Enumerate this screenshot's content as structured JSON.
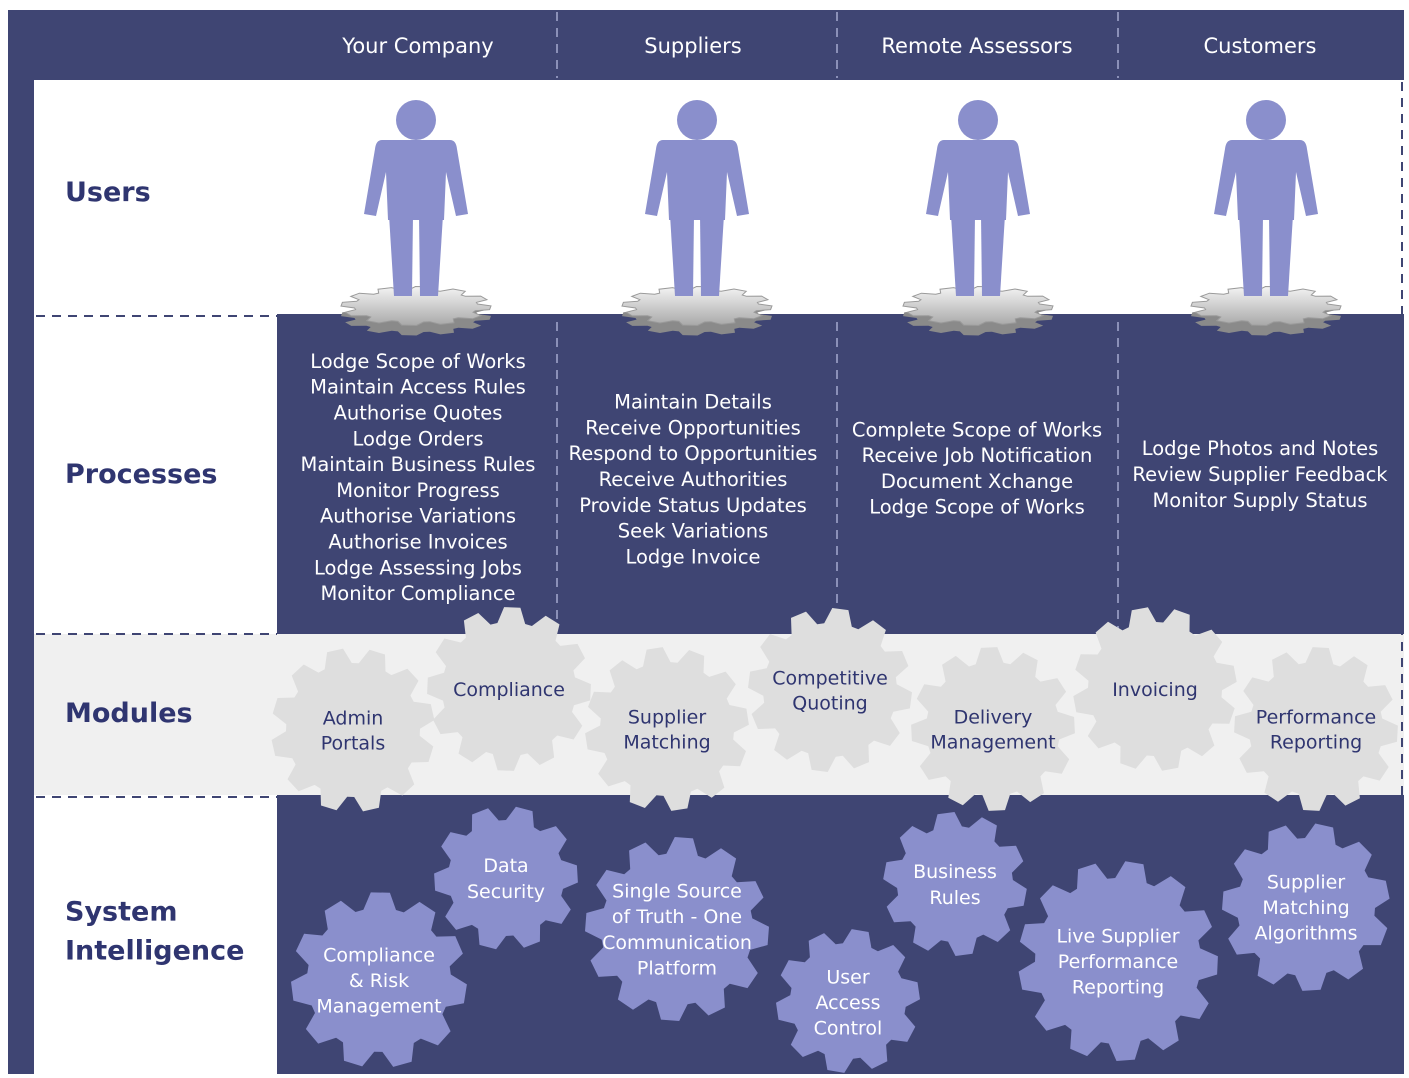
{
  "columns": [
    "Your Company",
    "Suppliers",
    "Remote Assessors",
    "Customers"
  ],
  "rows": {
    "users": [
      "Users"
    ],
    "processes": [
      "Processes"
    ],
    "modules": [
      "Modules"
    ],
    "system": [
      "System",
      "Intelligence"
    ]
  },
  "processes": [
    [
      "Lodge Scope of Works",
      "Maintain Access Rules",
      "Authorise Quotes",
      "Lodge Orders",
      "Maintain Business Rules",
      "Monitor Progress",
      "Authorise Variations",
      "Authorise Invoices",
      "Lodge Assessing Jobs",
      "Monitor Compliance"
    ],
    [
      "Maintain Details",
      "Receive Opportunities",
      "Respond to Opportunities",
      "Receive Authorities",
      "Provide Status Updates",
      "Seek Variations",
      "Lodge Invoice"
    ],
    [
      "Complete Scope of Works",
      "Receive Job Notification",
      "Document Xchange",
      "Lodge Scope of Works"
    ],
    [
      "Lodge Photos and Notes",
      "Review Supplier Feedback",
      "Monitor Supply Status"
    ]
  ],
  "modules": [
    {
      "id": "admin-portals",
      "lines": [
        "Admin",
        "Portals"
      ]
    },
    {
      "id": "compliance",
      "lines": [
        "Compliance"
      ]
    },
    {
      "id": "supplier-matching",
      "lines": [
        "Supplier",
        "Matching"
      ]
    },
    {
      "id": "competitive-quoting",
      "lines": [
        "Competitive",
        "Quoting"
      ]
    },
    {
      "id": "delivery-management",
      "lines": [
        "Delivery",
        "Management"
      ]
    },
    {
      "id": "invoicing",
      "lines": [
        "Invoicing"
      ]
    },
    {
      "id": "performance-reporting",
      "lines": [
        "Performance",
        "Reporting"
      ]
    }
  ],
  "intelligence": [
    {
      "id": "compliance-risk",
      "lines": [
        "Compliance",
        "& Risk",
        "Management"
      ]
    },
    {
      "id": "data-security",
      "lines": [
        "Data",
        "Security"
      ]
    },
    {
      "id": "single-source",
      "lines": [
        "Single Source",
        "of Truth - One",
        "Communication",
        "Platform"
      ]
    },
    {
      "id": "user-access",
      "lines": [
        "User",
        "Access",
        "Control"
      ]
    },
    {
      "id": "business-rules",
      "lines": [
        "Business",
        "Rules"
      ]
    },
    {
      "id": "live-supplier",
      "lines": [
        "Live Supplier",
        "Performance",
        "Reporting"
      ]
    },
    {
      "id": "matching-algorithms",
      "lines": [
        "Supplier",
        "Matching",
        "Algorithms"
      ]
    }
  ],
  "colors": {
    "navy": "#3f4573",
    "lavender": "#8a8fcc",
    "module_gear": "#dedede",
    "row_label": "#2f3570",
    "platform": "#c9c9c9"
  }
}
